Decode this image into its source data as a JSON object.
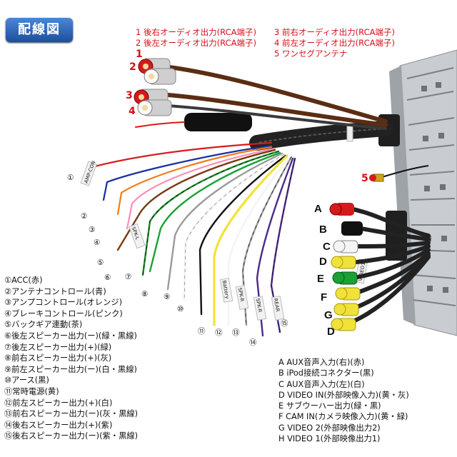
{
  "title": "配線図",
  "outputs": [
    "1 後右オーディオ出力(RCA端子)",
    "2 後左オーディオ出力(RCA端子)",
    "3 前右オーディオ出力(RCA端子)",
    "4 前左オーディオ出力(RCA端子)",
    "5 ワンセグアンテナ"
  ],
  "red_markers": [
    "1",
    "2",
    "3",
    "4",
    "5"
  ],
  "wire_numbers": [
    "①",
    "②",
    "③",
    "④",
    "⑤",
    "⑥",
    "⑦",
    "⑧",
    "⑨",
    "⑩",
    "⑪",
    "⑫",
    "⑬",
    "⑭",
    "⑮"
  ],
  "letters": [
    "A",
    "B",
    "C",
    "D",
    "E",
    "F",
    "G",
    "D"
  ],
  "legend_left": [
    "①ACC(赤)",
    "②アンテナコントロール(青)",
    "③アンプコントロール(オレンジ)",
    "④ブレーキコントロール(ピンク)",
    "⑤バックギア連動(茶)",
    "⑥後左スピーカー出力(ー)(緑・黒線)",
    "⑦後左スピーカー出力(+)(緑)",
    "⑧前右スピーカー出力(+)(灰)",
    "⑨前左スピーカー出力(ー)(白・黒線)",
    "⑩アース(黒)",
    "⑪常時電源(黄)",
    "⑫前左スピーカー出力(+)(白)",
    "⑬前右スピーカー出力(ー)(灰・黒線)",
    "⑭後右スピーカー出力(+)(紫)",
    "⑮後右スピーカー出力(ー)(紫・黒線)"
  ],
  "legend_right": [
    "A AUX音声入力(右)(赤)",
    "B iPod接続コネクター(黒)",
    "C AUX音声入力(左)(白)",
    "D VIDEO IN(外部映像入力)(黄・灰)",
    "E サブウーハー出力(緑・黒)",
    "F CAM IN(カメラ映像入力)(黄・緑)",
    "G VIDEO 2(外部映像出力2)",
    "H VIDEO 1(外部映像出力1)"
  ],
  "wire_tags": [
    "AMP-CON",
    "Battery",
    "SPK-R",
    "SPK-R",
    "SPK-L",
    "REAR",
    "VIDEO1"
  ]
}
